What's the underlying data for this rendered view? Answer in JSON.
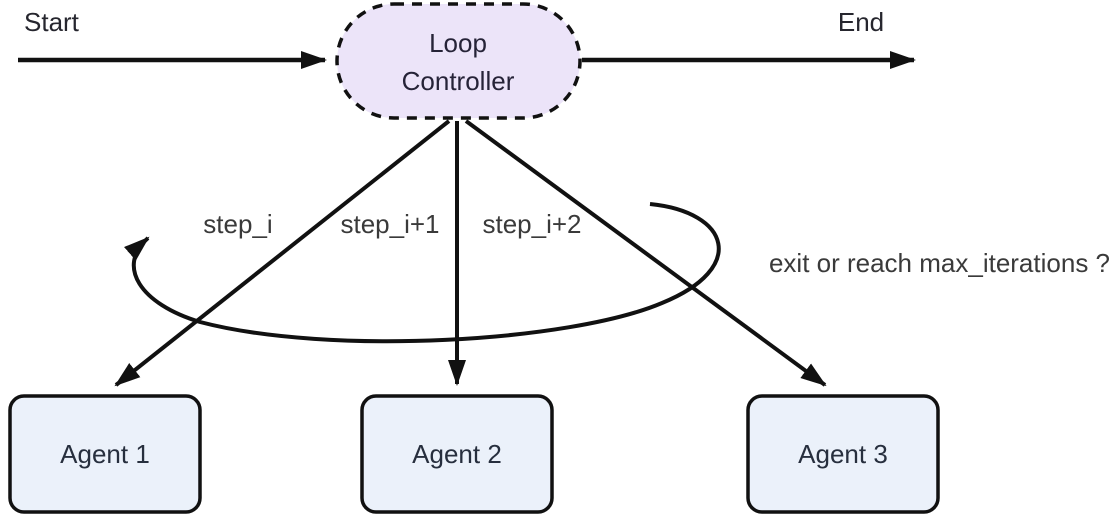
{
  "diagram": {
    "type": "flowchart",
    "start_label": "Start",
    "end_label": "End",
    "controller": {
      "lines": [
        "Loop",
        "Controller"
      ],
      "full_label": "Loop Controller"
    },
    "agents": [
      {
        "label": "Agent 1"
      },
      {
        "label": "Agent 2"
      },
      {
        "label": "Agent 3"
      }
    ],
    "edges": {
      "step_labels": [
        "step_i",
        "step_i+1",
        "step_i+2"
      ],
      "loop_label": "exit or reach max_iterations ?"
    },
    "colors": {
      "controller_fill": "#ECE4F9",
      "controller_stroke": "#111111",
      "controller_text": "#262338",
      "agent_fill": "#EBF1FA",
      "agent_stroke": "#111111",
      "agent_text": "#272F3E",
      "arrow": "#111111",
      "start_end_text": "#26262E",
      "edge_label_text": "#3A3A3A"
    }
  }
}
